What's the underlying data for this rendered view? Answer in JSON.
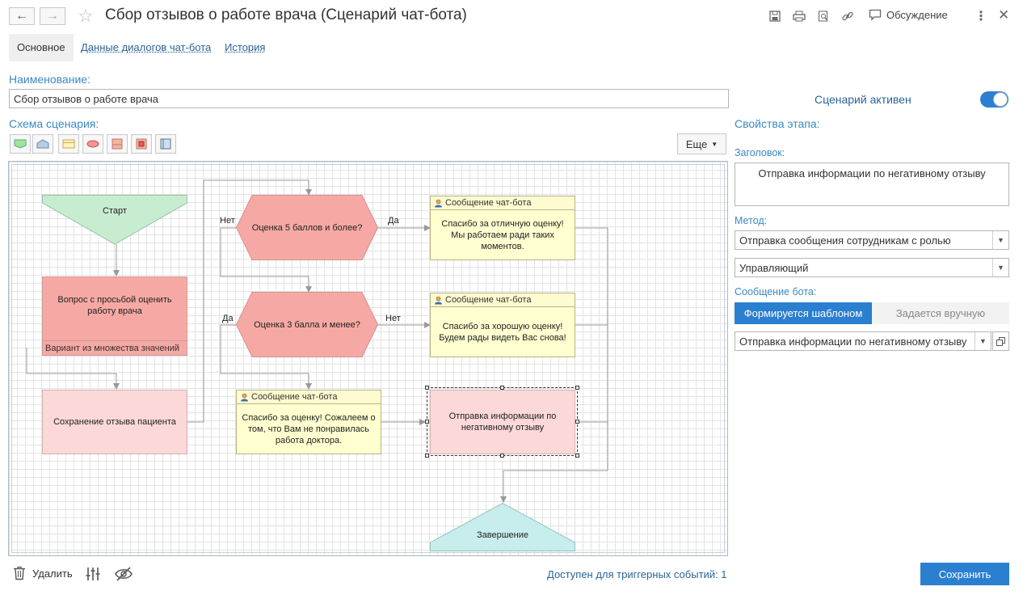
{
  "header": {
    "title": "Сбор отзывов о работе врача (Сценарий чат-бота)",
    "discussion_label": "Обсуждение"
  },
  "tabs": [
    {
      "label": "Основное"
    },
    {
      "label": "Данные диалогов чат-бота"
    },
    {
      "label": "История"
    }
  ],
  "form": {
    "name_label": "Наименование:",
    "name_value": "Сбор отзывов о работе врача",
    "active_label": "Сценарий активен",
    "active": true,
    "schema_label": "Схема сценария:",
    "more_label": "Еще"
  },
  "diagram": {
    "start": "Старт",
    "question": "Вопрос с просьбой оценить работу врача",
    "variant": "Вариант из множества значений",
    "save_review": "Сохранение отзыва пациента",
    "cond1": "Оценка 5 баллов и более?",
    "cond2": "Оценка 3 балла и менее?",
    "msg_header": "Сообщение чат-бота",
    "msg1": "Спасибо за отличную оценку! Мы работаем ради таких моментов.",
    "msg2": "Спасибо за хорошую оценку! Будем рады видеть Вас снова!",
    "msg3": "Спасибо за оценку! Сожалеем о том, что Вам не понравилась работа доктора.",
    "send_info": "Отправка информации по негативному отзыву",
    "end": "Завершение",
    "yes": "Да",
    "no": "Нет"
  },
  "props": {
    "title": "Свойства этапа:",
    "heading_label": "Заголовок:",
    "heading_value": "Отправка информации по негативному отзыву",
    "method_label": "Метод:",
    "method_value": "Отправка сообщения сотрудникам с ролью",
    "role_value": "Управляющий",
    "bot_msg_label": "Сообщение бота:",
    "seg_template": "Формируется шаблоном",
    "seg_manual": "Задается вручную",
    "template_value": "Отправка информации по негативному отзыву"
  },
  "footer": {
    "delete_label": "Удалить",
    "trigger_text": "Доступен для триггерных событий: 1",
    "save_label": "Сохранить"
  },
  "colors": {
    "accent": "#2b7fd0",
    "label_blue": "#3b88c3",
    "start_fill": "#c8ecd0",
    "question_fill": "#f6a9a4",
    "save_fill": "#fcd8d8",
    "msg_fill": "#ffffd0",
    "end_fill": "#c7eeec"
  }
}
